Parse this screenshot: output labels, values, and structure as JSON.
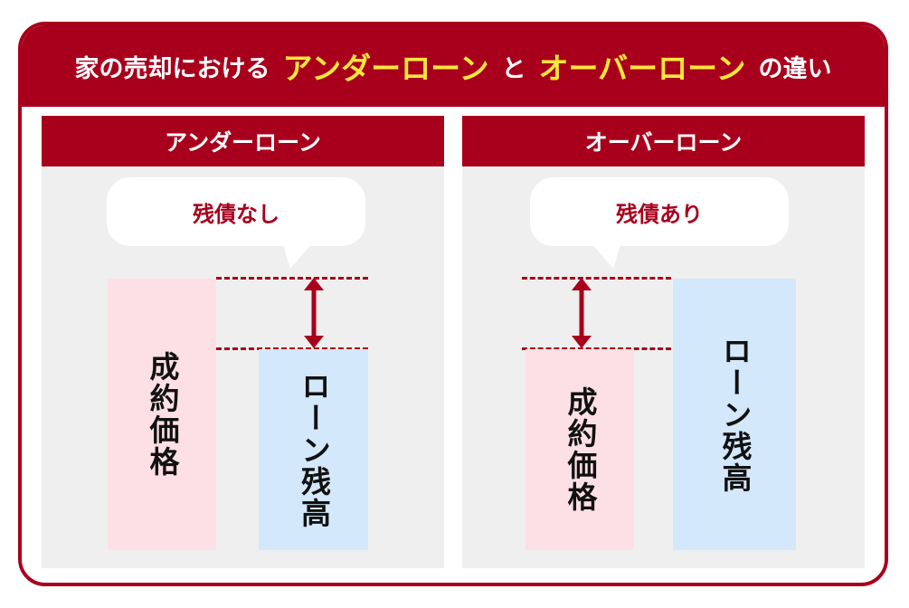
{
  "title": {
    "prefix": "家の売却における",
    "term1": "アンダーローン",
    "mid": "と",
    "term2": "オーバーローン",
    "suffix": "の違い"
  },
  "panels": [
    {
      "title": "アンダーローン",
      "bubble": "残債なし",
      "bar_left_label": "成約価格",
      "bar_right_label": "ローン残高"
    },
    {
      "title": "オーバーローン",
      "bubble": "残債あり",
      "bar_left_label": "成約価格",
      "bar_right_label": "ローン残高"
    }
  ],
  "colors": {
    "accent": "#a8001c",
    "highlight": "#ffe63c",
    "panel_bg": "#efefef",
    "sale_price_bar": "#fde0e6",
    "loan_balance_bar": "#d3e8fa"
  }
}
